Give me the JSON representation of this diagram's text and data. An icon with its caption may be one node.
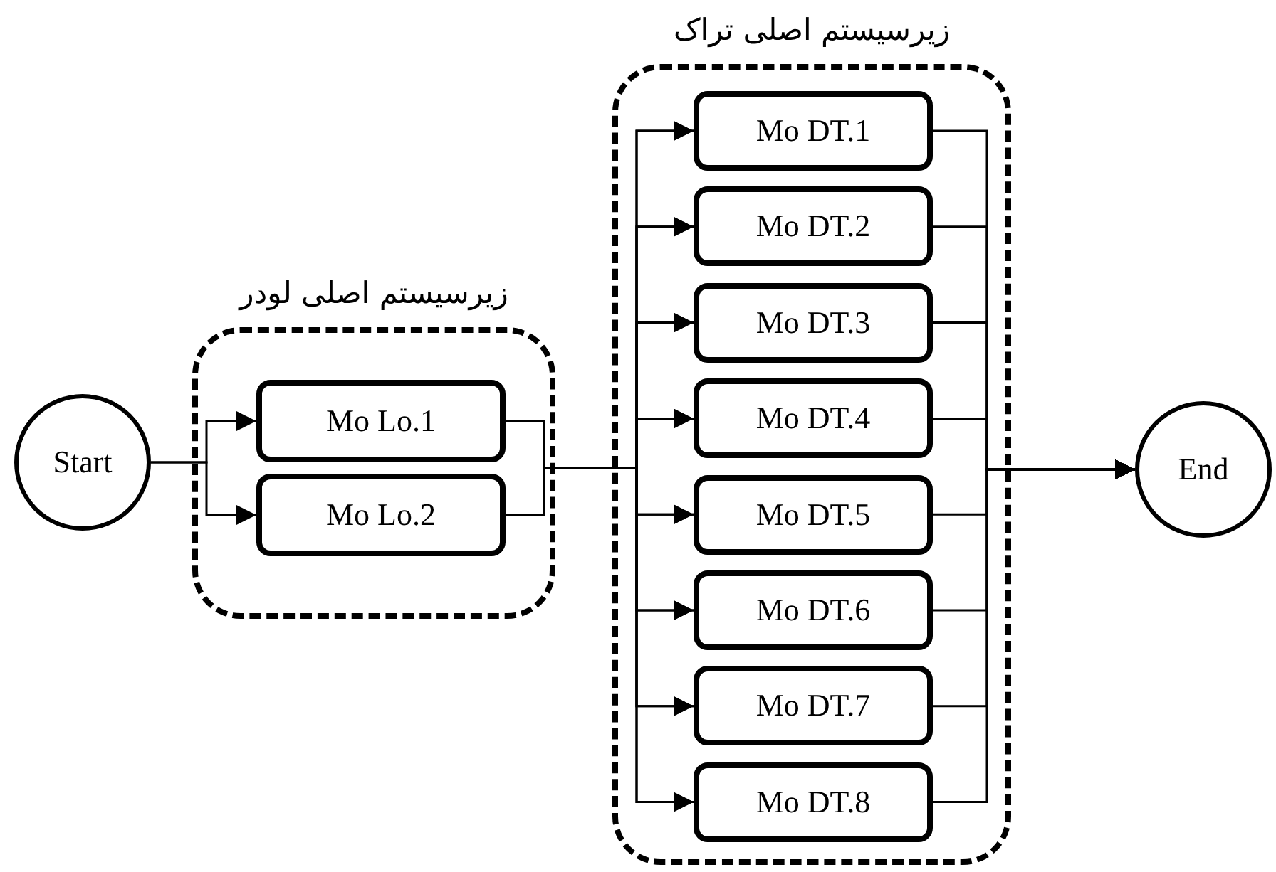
{
  "diagram": {
    "nodes": [
      {
        "text": [
          "Start"
        ]
      },
      {
        "text": [
          "زیرسیستم اصلی لودر"
        ]
      },
      {
        "text": [
          "Mo Lo.1"
        ],
        "in": 1
      },
      {
        "text": [
          "Mo Lo.2"
        ],
        "in": 1
      },
      {
        "text": [
          "زیرسیستم اصلی تراک"
        ]
      },
      {
        "text": [
          "Mo DT.1"
        ],
        "in": 4
      },
      {
        "text": [
          "Mo DT.2"
        ],
        "in": 4
      },
      {
        "text": [
          "Mo DT.3"
        ],
        "in": 4
      },
      {
        "text": [
          "Mo DT.4"
        ],
        "in": 4
      },
      {
        "text": [
          "Mo DT.5"
        ],
        "in": 4
      },
      {
        "text": [
          "Mo DT.6"
        ],
        "in": 4
      },
      {
        "text": [
          "Mo DT.7"
        ],
        "in": 4
      },
      {
        "text": [
          "Mo DT.8"
        ],
        "in": 4
      },
      {
        "text": [
          "End"
        ]
      }
    ],
    "edges": [
      {
        "from": 0,
        "to": 2,
        "arrow": "to"
      },
      {
        "from": 0,
        "to": 3,
        "arrow": "to"
      },
      {
        "from": 2,
        "to": 5,
        "arrow": "to"
      },
      {
        "from": 2,
        "to": 6,
        "arrow": "to"
      },
      {
        "from": 2,
        "to": 7,
        "arrow": "to"
      },
      {
        "from": 2,
        "to": 8,
        "arrow": "to"
      },
      {
        "from": 2,
        "to": 9,
        "arrow": "to"
      },
      {
        "from": 2,
        "to": 10,
        "arrow": "to"
      },
      {
        "from": 2,
        "to": 11,
        "arrow": "to"
      },
      {
        "from": 2,
        "to": 12,
        "arrow": "to"
      },
      {
        "from": 3,
        "to": 5,
        "arrow": "to"
      },
      {
        "from": 3,
        "to": 6,
        "arrow": "to"
      },
      {
        "from": 3,
        "to": 7,
        "arrow": "to"
      },
      {
        "from": 3,
        "to": 8,
        "arrow": "to"
      },
      {
        "from": 3,
        "to": 9,
        "arrow": "to"
      },
      {
        "from": 3,
        "to": 10,
        "arrow": "to"
      },
      {
        "from": 3,
        "to": 11,
        "arrow": "to"
      },
      {
        "from": 3,
        "to": 12,
        "arrow": "to"
      },
      {
        "from": 5,
        "to": 13,
        "arrow": "to"
      },
      {
        "from": 6,
        "to": 13,
        "arrow": "to"
      },
      {
        "from": 7,
        "to": 13,
        "arrow": "to"
      },
      {
        "from": 8,
        "to": 13,
        "arrow": "to"
      },
      {
        "from": 9,
        "to": 13,
        "arrow": "to"
      },
      {
        "from": 10,
        "to": 13,
        "arrow": "to"
      },
      {
        "from": 11,
        "to": 13,
        "arrow": "to"
      },
      {
        "from": 12,
        "to": 13,
        "arrow": "to"
      }
    ]
  }
}
